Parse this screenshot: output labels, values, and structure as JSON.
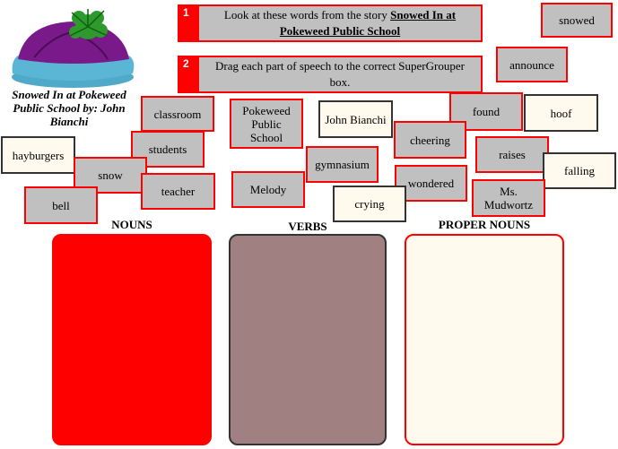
{
  "story": {
    "title": "Snowed In at Pokeweed Public School by: John Bianchi"
  },
  "instructions": [
    {
      "number": "1",
      "text_before": "Look at these words from the story ",
      "text_bold": "Snowed In at Pokeweed Public School"
    },
    {
      "number": "2",
      "text_before": "Drag each part of speech to the correct SuperGrouper box.",
      "text_bold": ""
    }
  ],
  "words": {
    "snowed": "snowed",
    "announce": "announce",
    "classroom": "classroom",
    "pokeweed": "Pokeweed Public School",
    "john_bianchi": "John Bianchi",
    "found": "found",
    "hoof": "hoof",
    "hayburgers": "hayburgers",
    "students": "students",
    "cheering": "cheering",
    "raises": "raises",
    "gymnasium": "gymnasium",
    "falling": "falling",
    "snow": "snow",
    "teacher": "teacher",
    "melody": "Melody",
    "wondered": "wondered",
    "bell": "bell",
    "crying": "crying",
    "ms_mudwortz": "Ms. Mudwortz"
  },
  "groups": {
    "nouns": "NOUNS",
    "verbs": "VERBS",
    "proper_nouns": "PROPER NOUNS"
  },
  "colors": {
    "accent_red": "#ff0000",
    "tile_grey": "#c0c0c0",
    "tile_cream": "#fffaed",
    "nouns_box": "#ff0000",
    "verbs_box": "#a08080",
    "proper_nouns_box": "#fffaed"
  }
}
